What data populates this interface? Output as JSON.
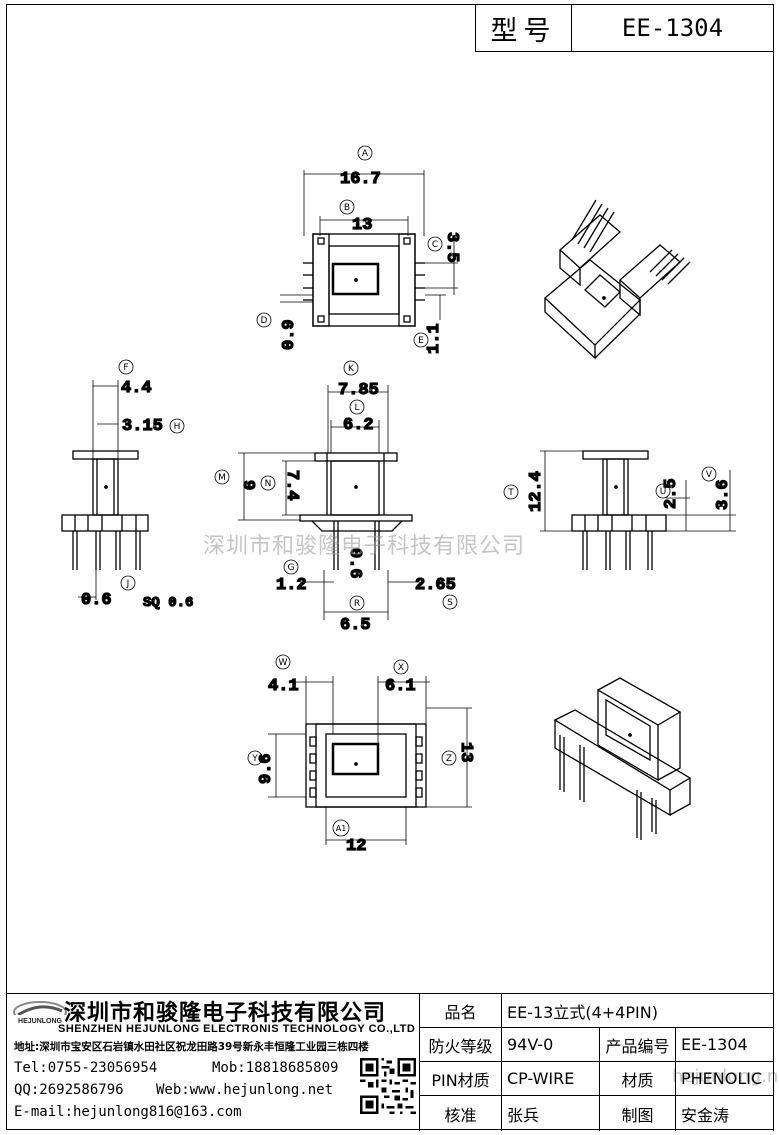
{
  "header": {
    "model_label": "型号",
    "model_value": "EE-1304"
  },
  "dimensions": {
    "A": "16.7",
    "B": "13",
    "C": "3.5",
    "D": "0.9",
    "E": "1.1",
    "F": "4.4",
    "H": "3.15",
    "J": "0.6",
    "J_note": "SQ 0.6",
    "K": "7.85",
    "L": "6.2",
    "M": "9",
    "N": "7.4",
    "G": "1.2",
    "P_val": "0.6",
    "R": "6.5",
    "S": "2.65",
    "T": "12.4",
    "U": "2.5",
    "V": "3.6",
    "W": "4.1",
    "X": "6.1",
    "Y": "9.6",
    "Z": "13",
    "A1": "12"
  },
  "dimension_letters": [
    "A",
    "B",
    "C",
    "D",
    "E",
    "F",
    "H",
    "J",
    "K",
    "L",
    "M",
    "N",
    "G",
    "R",
    "S",
    "T",
    "U",
    "V",
    "W",
    "X",
    "Y",
    "Z",
    "A1"
  ],
  "watermark": {
    "text": "深圳市和骏隆电子科技有限公司",
    "url": "hejunlong.net"
  },
  "company": {
    "logo_text": "HEJUNLONG",
    "name_cn": "深圳市和骏隆电子科技有限公司",
    "name_en": "SHENZHEN HEJUNLONG ELECTRONIS TECHNOLOGY CO.,LTD",
    "address": "地址:深圳市宝安区石岩镇水田社区祝龙田路39号新永丰恒隆工业园三栋四楼",
    "tel": "Tel:0755-23056954",
    "mob": "Mob:18818685809",
    "qq": "QQ:2692586796",
    "web": "Web:www.hejunlong.net",
    "email": "E-mail:hejunlong816@163.com"
  },
  "specs": {
    "product_name_label": "品名",
    "product_name_value": "EE-13立式(4+4PIN)",
    "fire_label": "防火等级",
    "fire_value": "94V-0",
    "code_label": "产品编号",
    "code_value": "EE-1304",
    "pin_label": "PIN材质",
    "pin_value": "CP-WIRE",
    "material_label": "材质",
    "material_value": "PHENOLIC",
    "check_label": "核准",
    "check_value": "张兵",
    "draw_label": "制图",
    "draw_value": "安金涛"
  }
}
